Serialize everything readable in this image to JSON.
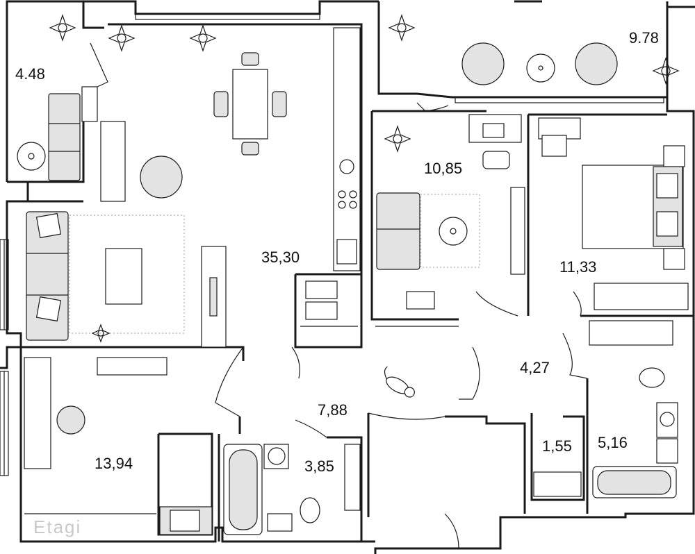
{
  "room_areas": {
    "balcony_left": "4.48",
    "balcony_right": "9.78",
    "living_kitchen": "35,30",
    "study": "10,85",
    "bedroom": "11,33",
    "hall": "7,88",
    "corridor": "4,27",
    "bedroom_2": "13,94",
    "bathroom_1": "3,85",
    "wc": "1,55",
    "bathroom_2": "5,16"
  },
  "watermark": "Etagi",
  "colors": {
    "walls": "#1a1a1a",
    "furniture_fill": "#e3e3e3",
    "background": "#ffffff"
  },
  "icons": [
    "sofa",
    "dining-table",
    "chair",
    "armchair",
    "plant",
    "bed",
    "desk",
    "laptop",
    "stove",
    "sink",
    "bathtub",
    "toilet",
    "washing-machine",
    "wardrobe",
    "cat"
  ]
}
